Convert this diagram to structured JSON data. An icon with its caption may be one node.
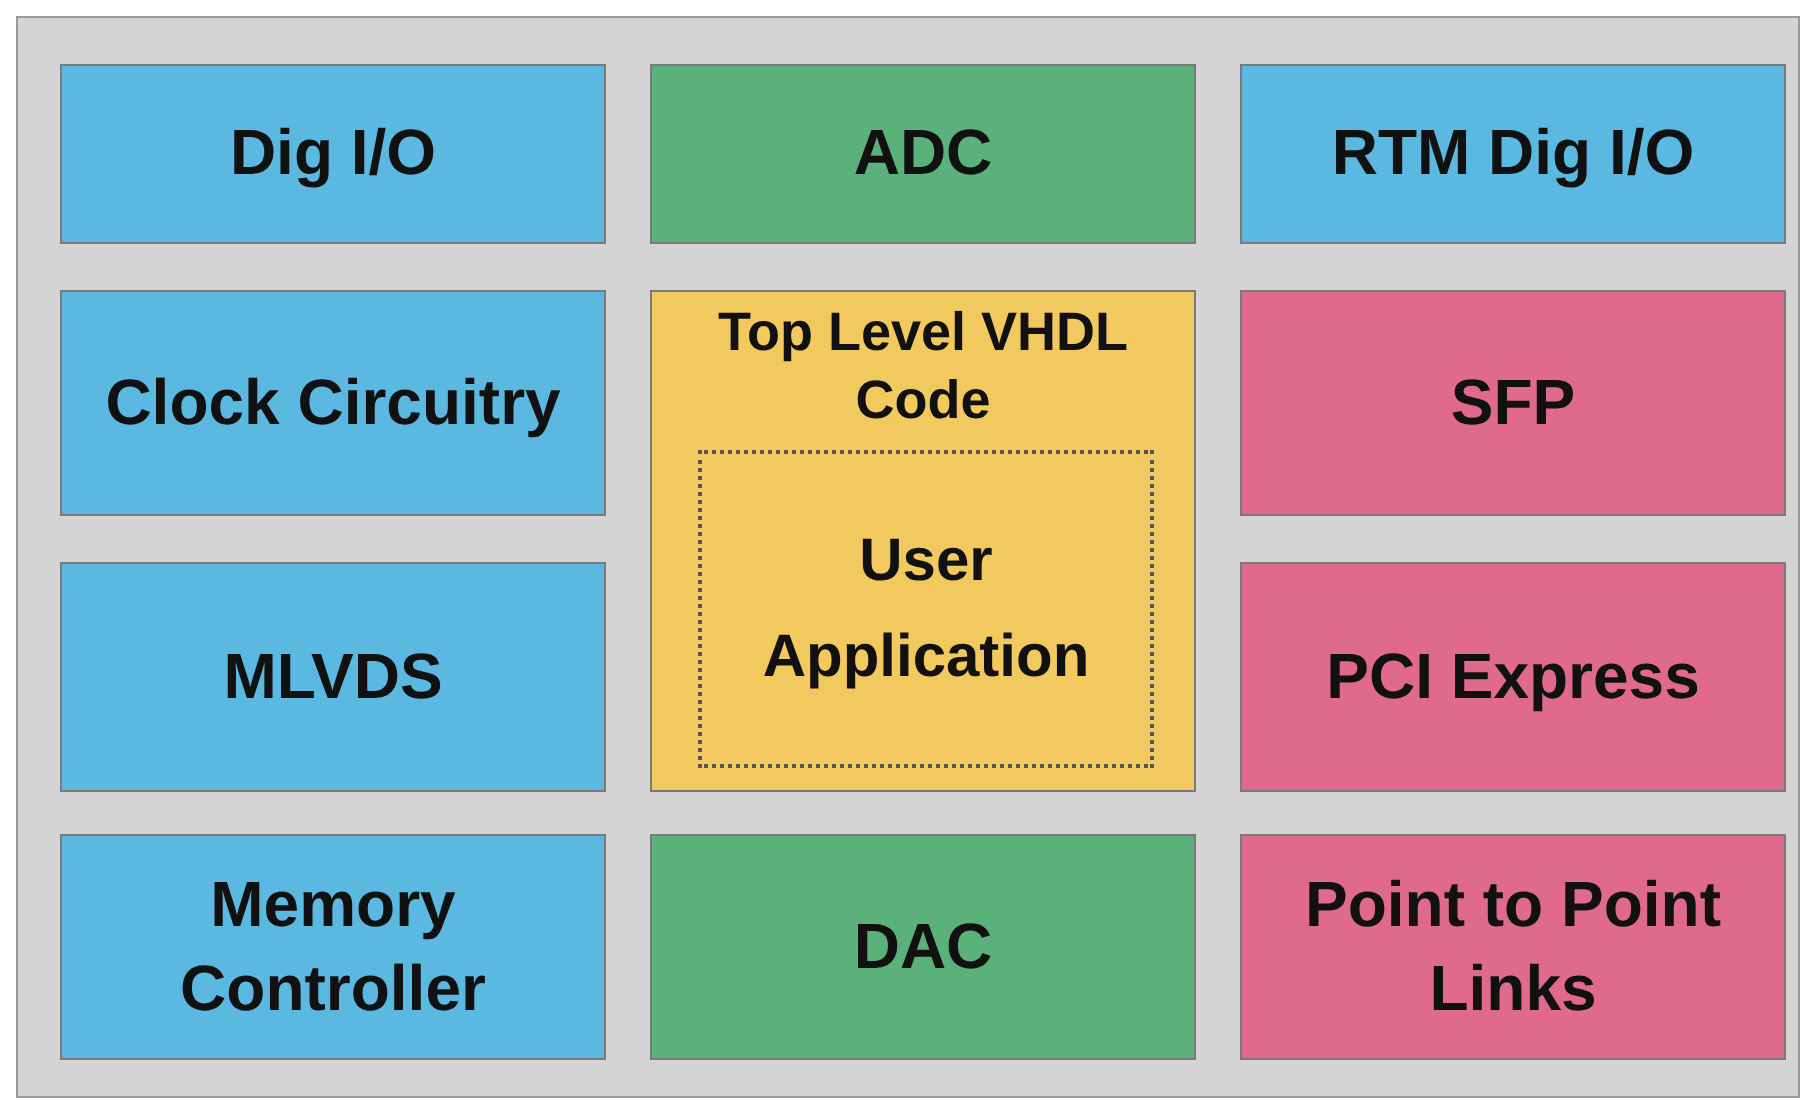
{
  "diagram": {
    "nodes": [
      {
        "text": [
          "Dig I/O"
        ]
      },
      {
        "text": [
          "ADC"
        ]
      },
      {
        "text": [
          "RTM Dig I/O"
        ]
      },
      {
        "text": [
          "Clock Circuitry"
        ]
      },
      {
        "text": [
          "Top Level VHDL Code"
        ]
      },
      {
        "text": [
          "User Application"
        ],
        "in": 4
      },
      {
        "text": [
          "SFP"
        ]
      },
      {
        "text": [
          "MLVDS"
        ]
      },
      {
        "text": [
          "PCI Express"
        ]
      },
      {
        "text": [
          "Memory Controller"
        ]
      },
      {
        "text": [
          "DAC"
        ]
      },
      {
        "text": [
          "Point to Point Links"
        ]
      }
    ],
    "edges": []
  }
}
